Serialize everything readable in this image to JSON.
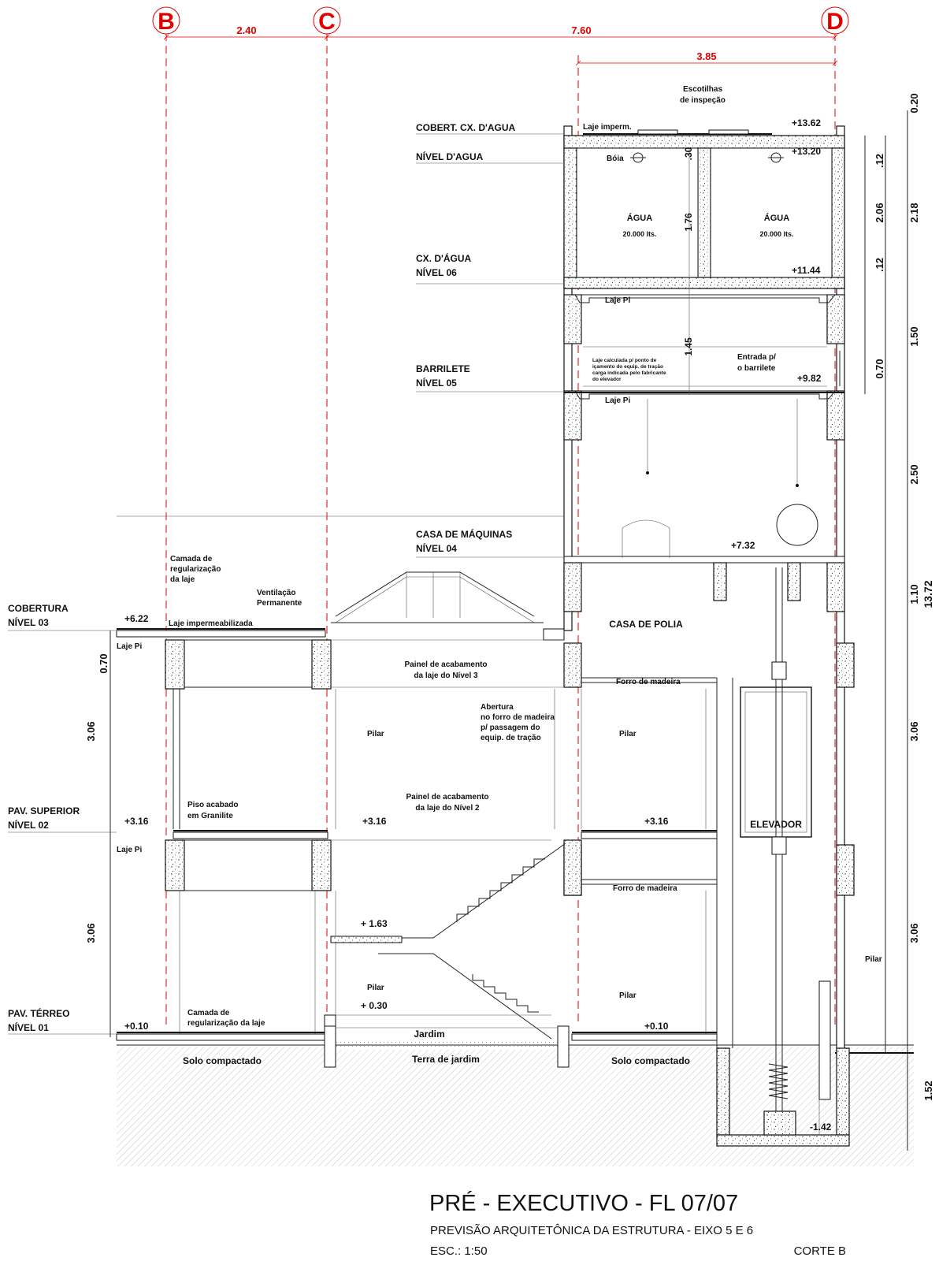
{
  "axes": {
    "b": {
      "label": "B"
    },
    "c": {
      "label": "C"
    },
    "d": {
      "label": "D"
    },
    "bc_dim": "2.40",
    "cd_dim": "7.60",
    "tower_dim": "3.85"
  },
  "levels": {
    "cobert_cx": "COBERT. CX. D'AGUA",
    "nivel_agua": "NÍVEL D'AGUA",
    "cx_agua_1": "CX. D'ÁGUA",
    "cx_agua_2": "NÍVEL 06",
    "barrilete_1": "BARRILETE",
    "barrilete_2": "NÍVEL 05",
    "casa_maq_1": "CASA DE MÁQUINAS",
    "casa_maq_2": "NÍVEL 04",
    "cobertura_1": "COBERTURA",
    "cobertura_2": "NÍVEL 03",
    "pav_sup_1": "PAV. SUPERIOR",
    "pav_sup_2": "NÍVEL 02",
    "pav_ter_1": "PAV. TÉRREO",
    "pav_ter_2": "NÍVEL 01"
  },
  "elevations": {
    "e1362": "+13.62",
    "e1320": "+13.20",
    "e1144": "+11.44",
    "e982": "+9.82",
    "e732": "+7.32",
    "e622": "+6.22",
    "e316a": "+3.16",
    "e316b": "+3.16",
    "e316c": "+3.16",
    "e163": "+ 1.63",
    "e030": "+ 0.30",
    "e010a": "+0.10",
    "e010b": "+0.10",
    "em142": "-1.42"
  },
  "annotations": {
    "escotilhas_1": "Escotilhas",
    "escotilhas_2": "de inspeção",
    "laje_imperm": "Laje imperm.",
    "boia": "Bóia",
    "agua_1": "ÁGUA",
    "agua_1_cap": "20.000 lts.",
    "agua_2": "ÁGUA",
    "agua_2_cap": "20.000 lts.",
    "laje_pi_1": "Laje Pi",
    "laje_pi_2": "Laje Pi",
    "laje_pi_3": "Laje Pi",
    "laje_pi_4": "Laje Pi",
    "laje_calc_1": "Laje calculada p/ ponto de",
    "laje_calc_2": "içamento do equip. de tração",
    "laje_calc_3": "carga indicada pelo fabricante",
    "laje_calc_4": "do elevador",
    "entrada_1": "Entrada p/",
    "entrada_2": "o barrilete",
    "camada_1": "Camada de",
    "camada_2": "regularização",
    "camada_3": "da laje",
    "vent_1": "Ventilação",
    "vent_2": "Permanente",
    "laje_impermeab": "Laje impermeabilizada",
    "casa_polia": "CASA DE POLIA",
    "painel3_1": "Painel de acabamento",
    "painel3_2": "da laje do Nível 3",
    "forro_1": "Forro de madeira",
    "forro_2": "Forro de madeira",
    "abertura_1": "Abertura",
    "abertura_2": "no forro de madeira",
    "abertura_3": "p/ passagem do",
    "abertura_4": "equip. de tração",
    "pilar_1": "Pilar",
    "pilar_2": "Pilar",
    "pilar_3": "Pilar",
    "pilar_4": "Pilar",
    "pilar_5": "Pilar",
    "painel2_1": "Painel de acabamento",
    "painel2_2": "da laje do Nível 2",
    "piso_1": "Piso acabado",
    "piso_2": "em Granilite",
    "elevador": "ELEVADOR",
    "camada_t1": "Camada de",
    "camada_t2": "regularização da laje",
    "jardim": "Jardim",
    "terra": "Terra de jardim",
    "solo_1": "Solo compactado",
    "solo_2": "Solo compactado"
  },
  "dims": {
    "d020": "0.20",
    "d012a": ".12",
    "d206": "2.06",
    "d218": "2.18",
    "d012b": ".12",
    "d150": "1.50",
    "d070a": "0.70",
    "d250": "2.50",
    "d110": "1.10",
    "d1372": "13.72",
    "d306r1": "3.06",
    "d306r2": "3.06",
    "d152": "1.52",
    "d030": ".30",
    "d176": "1.76",
    "d145": "1.45",
    "d070l": "0.70",
    "d306l1": "3.06",
    "d306l2": "3.06"
  },
  "title": {
    "main": "PRÉ - EXECUTIVO  -  FL 07/07",
    "sub": "PREVISÃO ARQUITETÔNICA DA ESTRUTURA - EIXO 5 E 6",
    "scale": "ESC.: 1:50",
    "section": "CORTE B"
  }
}
